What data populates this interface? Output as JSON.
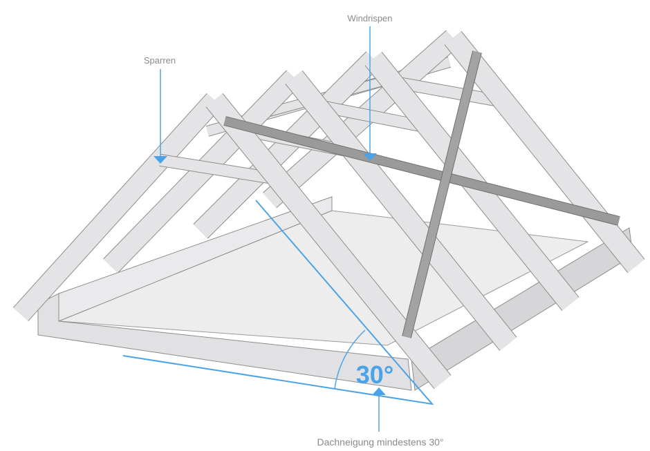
{
  "labels": {
    "rafters": "Sparren",
    "wind_braces": "Windrispen",
    "angle_value": "30°",
    "pitch_caption": "Dachneigung mindestens 30°"
  },
  "colors": {
    "accent": "#4aa3e8",
    "timber": "#e4e4e6",
    "timber_edge": "#8c8c8c",
    "brace": "#9a9a9a",
    "label_text": "#8a8a8a"
  }
}
